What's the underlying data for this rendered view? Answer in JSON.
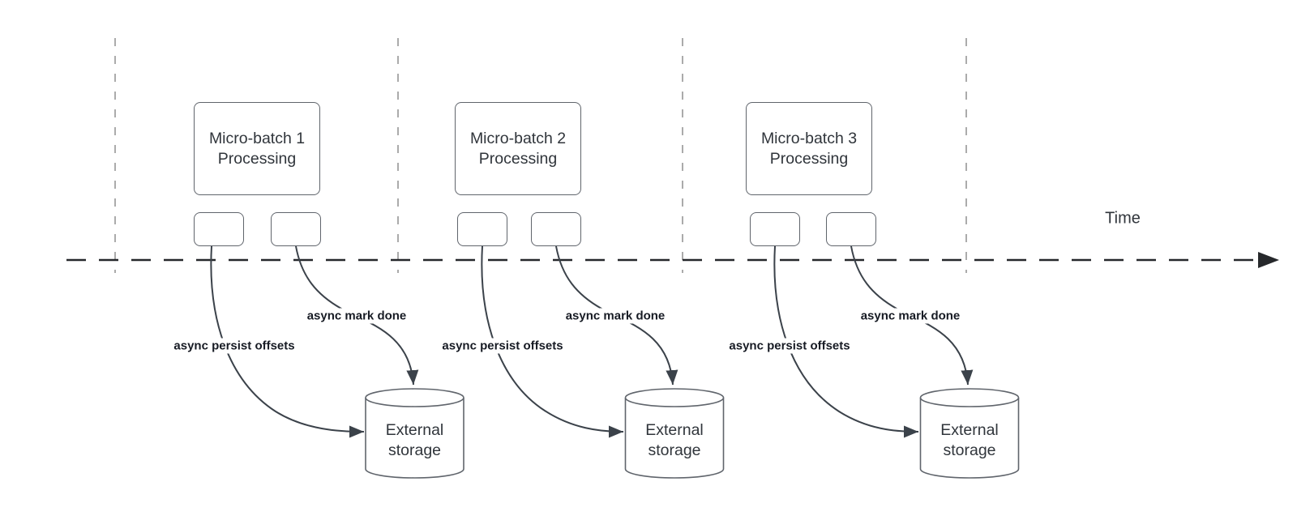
{
  "time_axis": {
    "label": "Time"
  },
  "batches": [
    {
      "name": "Micro-batch 1\nProcessing",
      "persist_arrow_label": "async persist offsets",
      "mark_done_arrow_label": "async mark done",
      "storage": "External\nstorage"
    },
    {
      "name": "Micro-batch 2\nProcessing",
      "persist_arrow_label": "async persist offsets",
      "mark_done_arrow_label": "async mark done",
      "storage": "External\nstorage"
    },
    {
      "name": "Micro-batch 3\nProcessing",
      "persist_arrow_label": "async persist offsets",
      "mark_done_arrow_label": "async mark done",
      "storage": "External\nstorage"
    }
  ],
  "colors": {
    "timeline": "#26282b",
    "guide_line": "#ababab",
    "shape_border": "#60656c",
    "shape_text": "#30353b",
    "arrow": "#3b424a",
    "label_text": "#171b24",
    "background": "#ffffff"
  }
}
